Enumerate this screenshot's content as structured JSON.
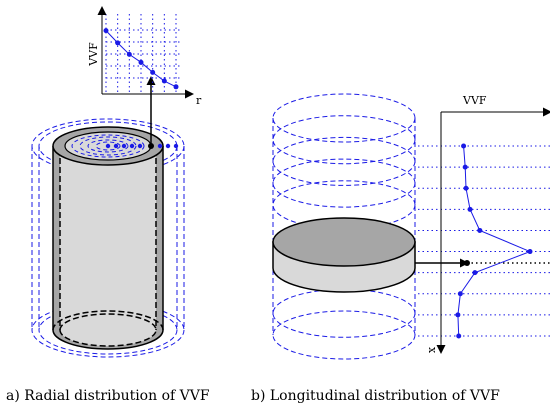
{
  "panel_a": {
    "axis_y_label": "VVF",
    "axis_x_label": "r",
    "caption": "a) Radial distribution of VVF",
    "profile_fractions": [
      0.88,
      0.71,
      0.55,
      0.44,
      0.3,
      0.18,
      0.1
    ]
  },
  "panel_b": {
    "axis_label": "VVF",
    "axis_down_label": "x",
    "caption": "b) Longitudinal distribution of VVF",
    "profile_fractions": [
      0.18,
      0.2,
      0.21,
      0.26,
      0.38,
      1.0,
      0.32,
      0.14,
      0.11,
      0.12
    ]
  },
  "colors": {
    "dashed": "#1a1ae6",
    "marker": "#1a1ae6",
    "body_light": "#d9d9d9",
    "body_dark": "#a6a6a6",
    "ink": "#000000"
  },
  "icons": {
    "arrow": "triangle-arrowhead"
  }
}
